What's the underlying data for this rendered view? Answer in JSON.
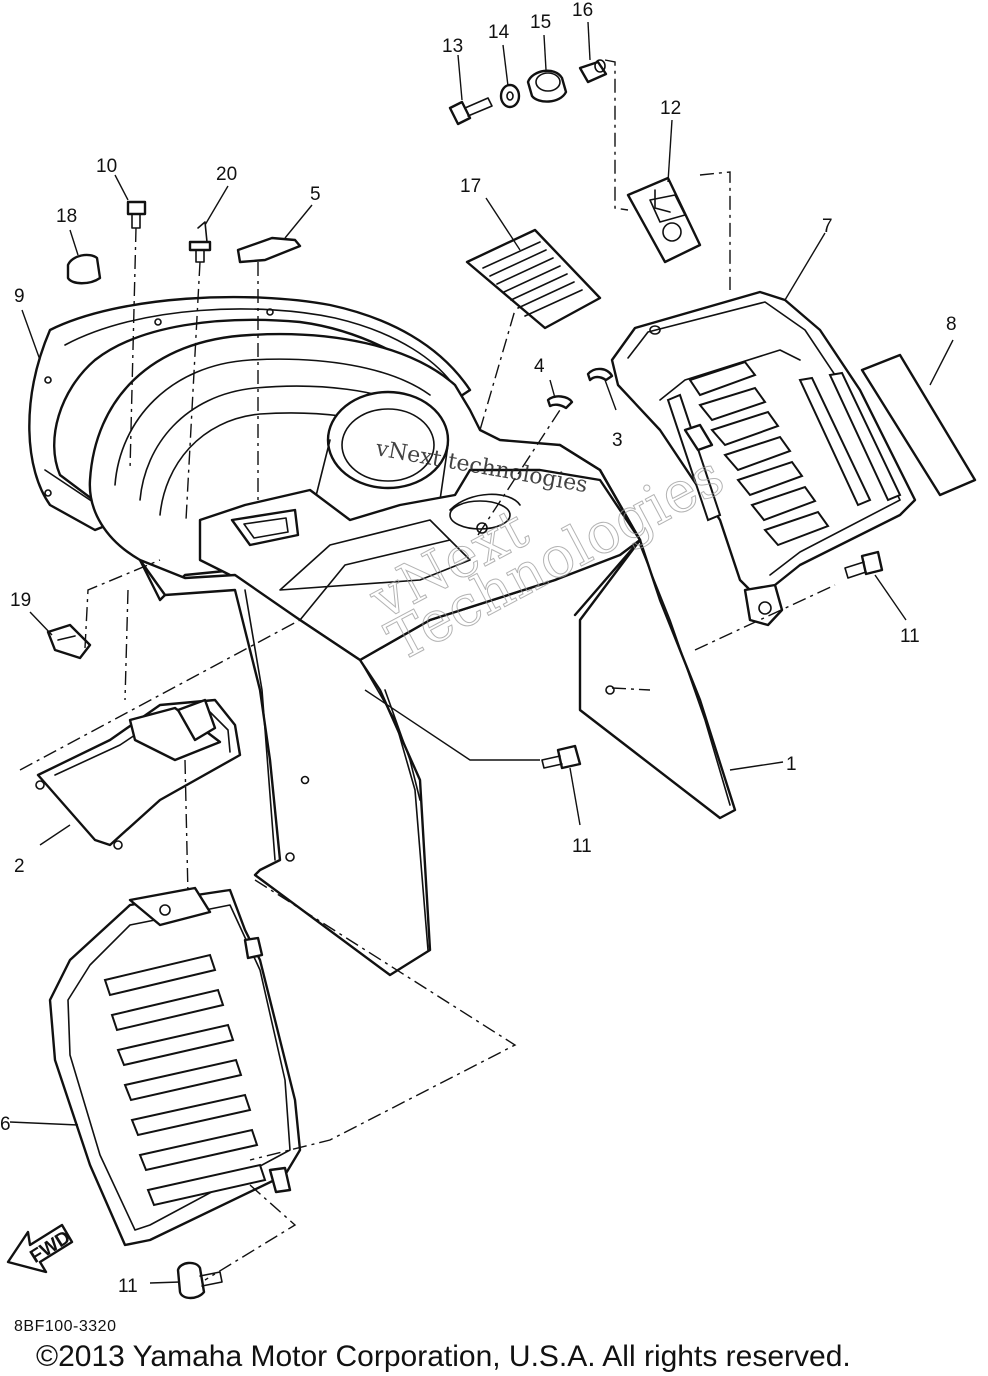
{
  "diagram": {
    "code": "8BF100-3320",
    "copyright": "©2013 Yamaha Motor Corporation, U.S.A. All rights reserved.",
    "fwd_label": "FWD",
    "watermark": {
      "line1": "vNext technologies",
      "big1": "vNext",
      "big2": "Technologies"
    },
    "callouts": {
      "c1": "1",
      "c2": "2",
      "c3": "3",
      "c4": "4",
      "c5": "5",
      "c6": "6",
      "c7": "7",
      "c8": "8",
      "c9": "9",
      "c10": "10",
      "c11a": "11",
      "c11b": "11",
      "c11c": "11",
      "c12": "12",
      "c13": "13",
      "c14": "14",
      "c15": "15",
      "c16": "16",
      "c17": "17",
      "c18": "18",
      "c19": "19",
      "c20": "20"
    }
  }
}
